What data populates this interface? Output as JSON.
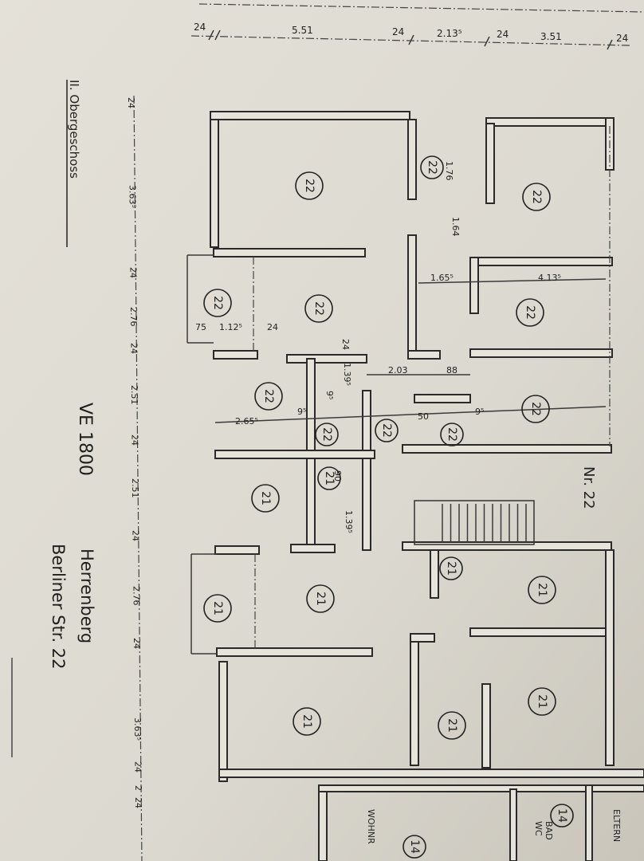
{
  "title": "II. Obergeschoss",
  "project_code": "VE 1800",
  "location_line1": "Herrenberg",
  "location_line2": "Berliner Str. 22",
  "building_label": "Nr. 22",
  "top_dimensions": [
    "24",
    "5.51",
    "24",
    "2.13⁵",
    "24",
    "3.51",
    "24"
  ],
  "left_dimensions": [
    "24",
    "3.63⁵",
    "24",
    "2.76",
    "24",
    "2.51",
    "24",
    "2.51",
    "24",
    "2.76",
    "24",
    "3.63⁵",
    "24",
    "2",
    "24"
  ],
  "inner_dimensions": [
    "1.76",
    "1.64",
    "1.65⁵",
    "4.13⁵",
    "75",
    "1.12⁵",
    "24",
    "2.03",
    "88",
    "1.39⁵",
    "2.65⁵",
    "50",
    "1.39⁵",
    "90",
    "24",
    "9⁵",
    "9⁵",
    "9⁵"
  ],
  "rooms_unit_22": [
    "22",
    "22",
    "22",
    "22",
    "22",
    "22",
    "22",
    "22",
    "22",
    "22",
    "22"
  ],
  "rooms_unit_21": [
    "21",
    "21",
    "21",
    "21",
    "21",
    "21",
    "21",
    "21",
    "21"
  ],
  "rooms_unit_14": [
    "14",
    "14"
  ],
  "adjacent_labels": {
    "living": "WOHNR",
    "bath": "BAD",
    "wc": "WC",
    "parents": "ELTERN"
  }
}
